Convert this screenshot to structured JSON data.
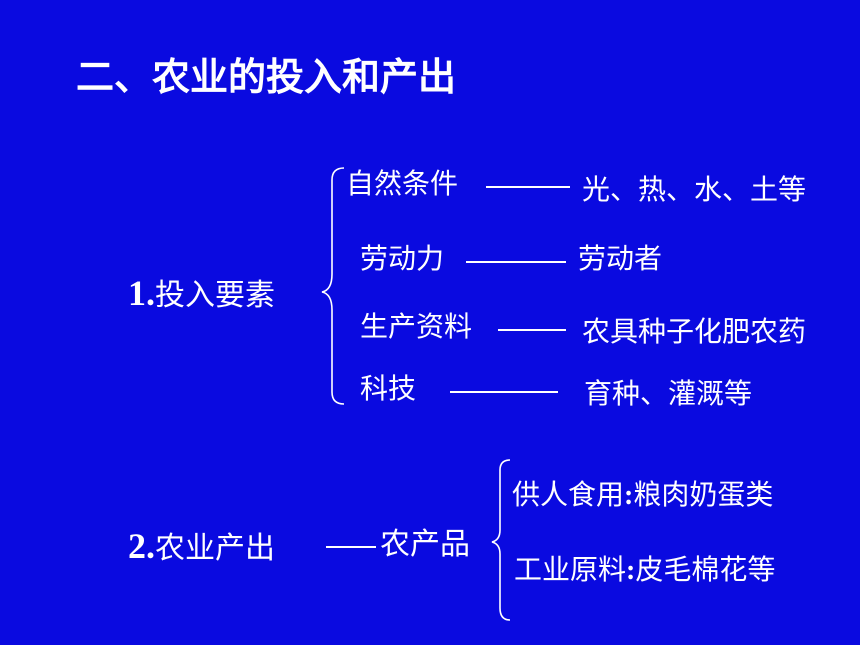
{
  "title": "二、农业的投入和产出",
  "section1": {
    "num": "1.",
    "label": "投入要素",
    "items": [
      {
        "factor": "自然条件",
        "detail": "光、热、水、土等"
      },
      {
        "factor": "劳动力",
        "detail": "劳动者"
      },
      {
        "factor": "生产资料",
        "detail": "农具种子化肥农药"
      },
      {
        "factor": "科技",
        "detail": "育种、灌溉等"
      }
    ]
  },
  "section2": {
    "num": "2.",
    "label": "农业产出",
    "product": "农产品",
    "uses": [
      {
        "text": "供人食用",
        "sep": ":",
        "detail": "粮肉奶蛋类"
      },
      {
        "text": "工业原料",
        "sep": ":",
        "detail": "皮毛棉花等"
      }
    ]
  },
  "colors": {
    "background": "#0a0ae0",
    "text": "#ffffff"
  }
}
